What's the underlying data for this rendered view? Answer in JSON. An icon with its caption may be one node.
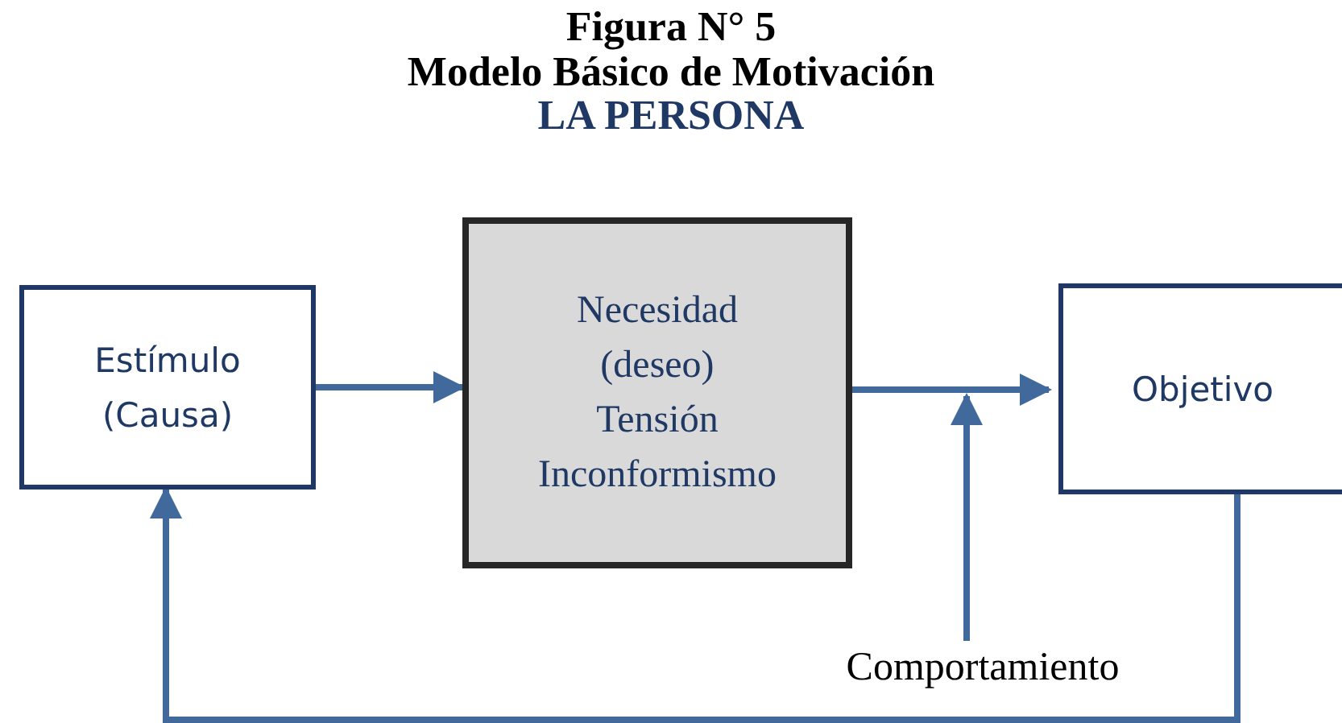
{
  "diagram": {
    "title": "Figura N° 5",
    "nodes": [
      {
        "text": [
          "Estímulo (Causa)"
        ]
      },
      {
        "text": [
          "Necesidad",
          "(deseo)",
          "Tensión",
          "Inconformismo"
        ]
      },
      {
        "text": [
          "Objetivo"
        ]
      },
      {
        "text": [
          "Comportamiento"
        ]
      }
    ],
    "edges": [
      {
        "from": 0,
        "to": 1,
        "arrow": "to"
      },
      {
        "from": 1,
        "to": 2,
        "arrow": "to"
      },
      {
        "from": 3,
        "to": null,
        "arrow": "to"
      },
      {
        "from": 2,
        "to": 0,
        "arrow": "to"
      }
    ],
    "labels": [
      "Modelo Básico de Motivación",
      "LA PERSONA"
    ]
  }
}
